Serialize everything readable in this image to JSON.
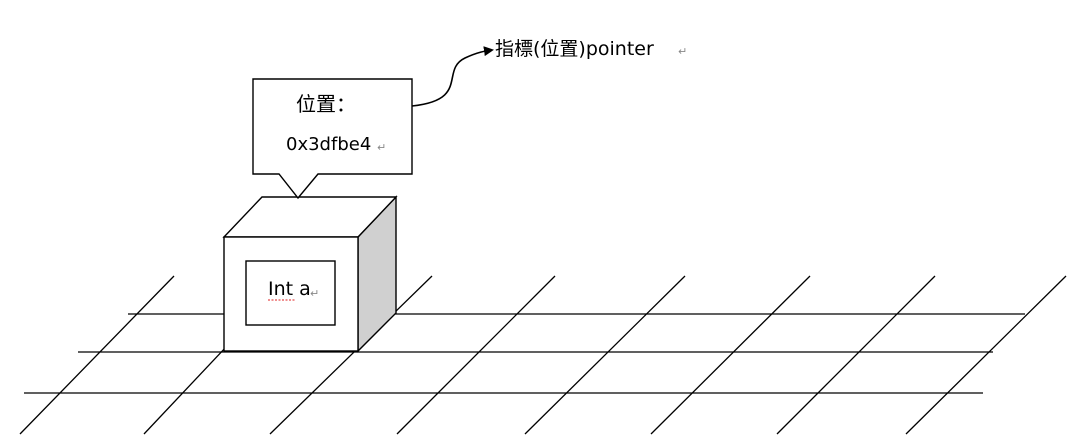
{
  "pointer_label": "指標(位置)pointer",
  "callout": {
    "title": "位置：",
    "address": "0x3dfbe4"
  },
  "variable": {
    "label": "Int a"
  },
  "paragraph_mark": "↵",
  "colors": {
    "stroke": "#000000",
    "box_side": "#d0d0d0",
    "background": "#ffffff",
    "spell_underline": "#e02020"
  }
}
